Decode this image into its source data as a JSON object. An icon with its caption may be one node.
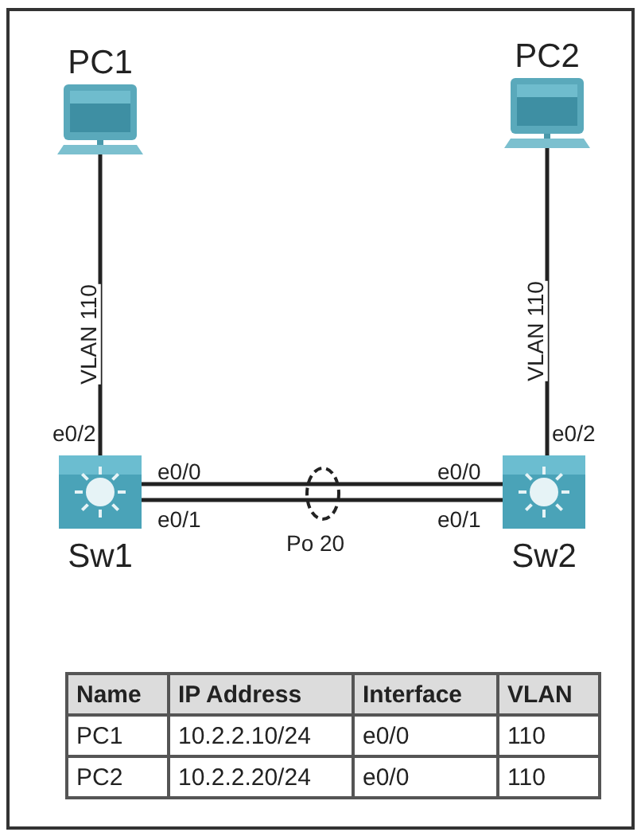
{
  "diagram": {
    "nodes": [
      {
        "text": [
          "PC1"
        ]
      },
      {
        "text": [
          "PC2"
        ]
      },
      {
        "text": [
          "Sw1"
        ]
      },
      {
        "text": [
          "Sw2"
        ]
      }
    ],
    "edges": [
      {
        "from": 0,
        "to": 2,
        "arrow": "none",
        "label": "VLAN 110"
      },
      {
        "from": 1,
        "to": 3,
        "arrow": "none",
        "label": "VLAN 110"
      },
      {
        "from": 2,
        "to": 3,
        "arrow": "none"
      },
      {
        "from": 2,
        "to": 3,
        "arrow": "none"
      }
    ],
    "labels": [
      "e0/2",
      "e0/2",
      "e0/0",
      "e0/0",
      "e0/1",
      "e0/1",
      "Po 20",
      "Name",
      "IP Address",
      "Interface",
      "VLAN",
      "PC1",
      "10.2.2.10/24",
      "e0/0",
      "110",
      "PC2",
      "10.2.2.20/24",
      "e0/0",
      "110"
    ]
  }
}
